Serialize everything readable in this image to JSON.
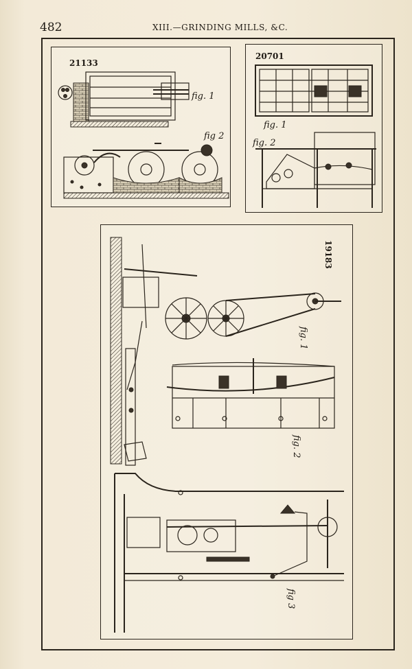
{
  "header": {
    "page_number": "482",
    "running_head": "XIII.—GRINDING MILLS, &C."
  },
  "patents": [
    {
      "number": "21133",
      "figures": [
        {
          "label": "fig. 1"
        },
        {
          "label": "fig 2"
        }
      ]
    },
    {
      "number": "20701",
      "figures": [
        {
          "label": "fig. 1"
        },
        {
          "label": "fig. 2"
        }
      ]
    },
    {
      "number": "19183",
      "figures": [
        {
          "label": "fig. 1"
        },
        {
          "label": "fig. 2"
        },
        {
          "label": "fig 3"
        }
      ]
    }
  ]
}
